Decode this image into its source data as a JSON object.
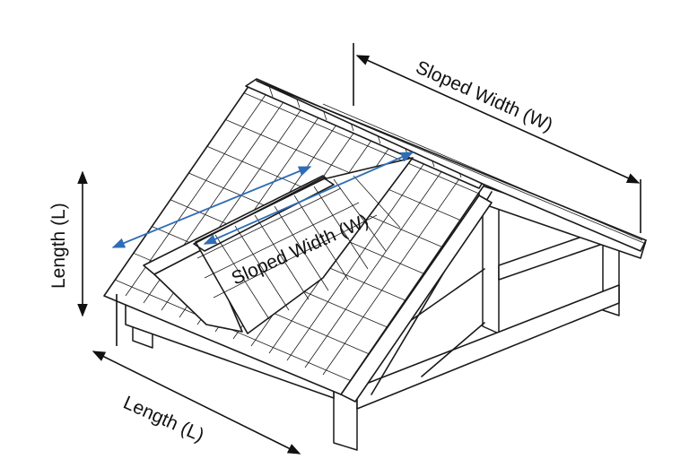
{
  "labels": {
    "top_sloped_width": "Sloped Width (W)",
    "dormer_sloped_width": "Sloped Width (W)",
    "left_length": "Length (L)",
    "bottom_length": "Length (L)"
  },
  "colors": {
    "line": "#1a1a1a",
    "dormer_arrow": "#2f6db5",
    "background": "#ffffff"
  }
}
